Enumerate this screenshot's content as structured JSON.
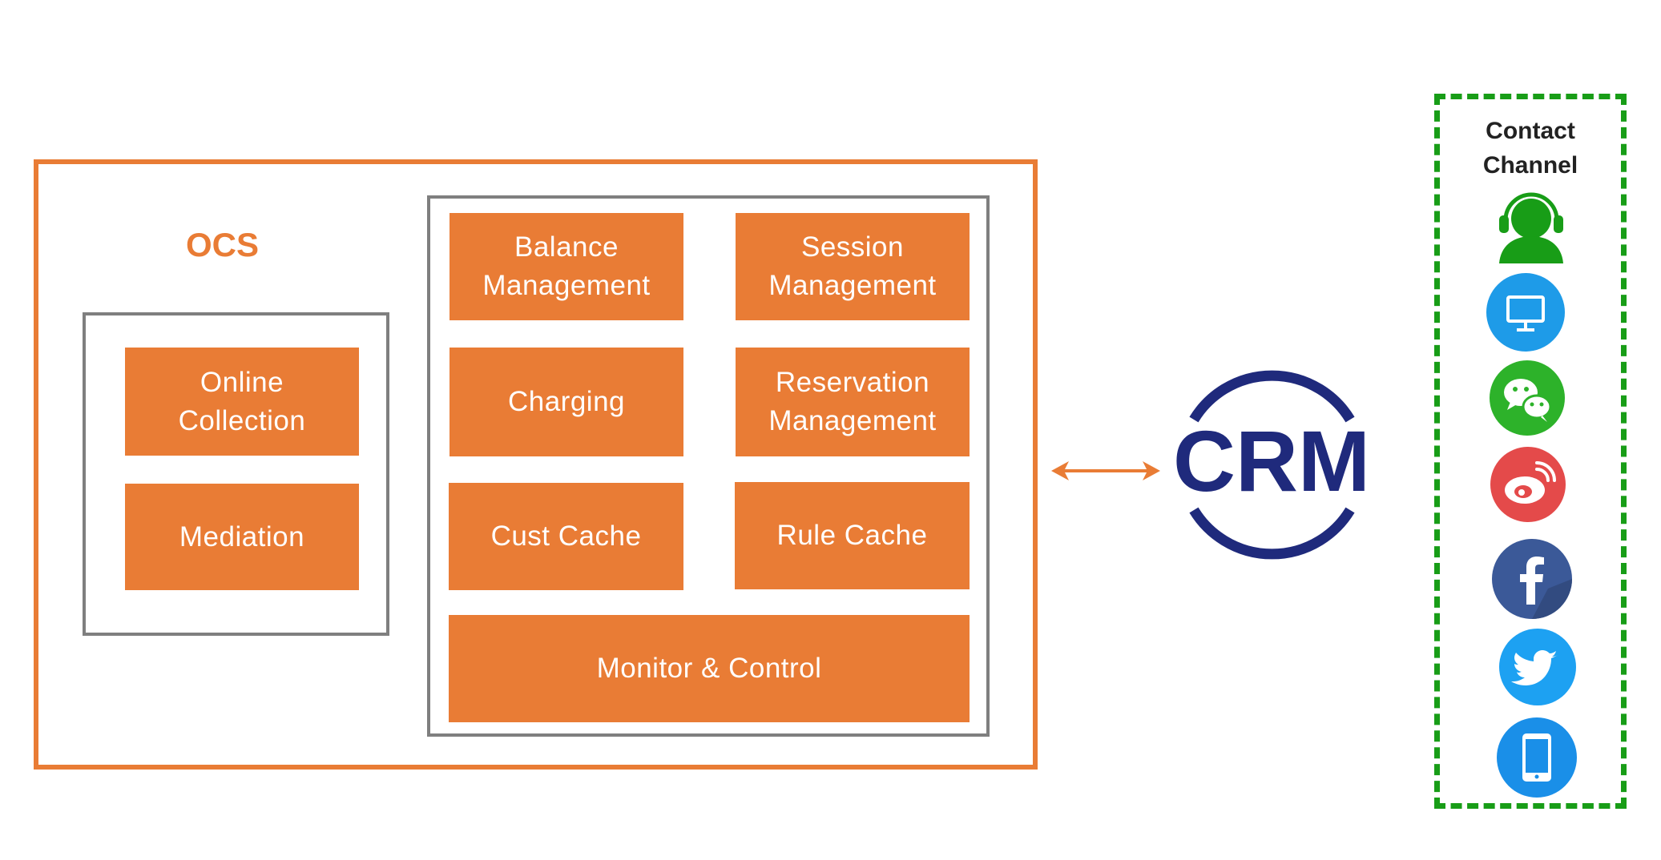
{
  "ocs": {
    "title": "OCS",
    "left_group": {
      "modules": [
        "Online\nCollection",
        "Mediation"
      ]
    },
    "right_group": {
      "modules": [
        "Balance\nManagement",
        "Session\nManagement",
        "Charging",
        "Reservation\nManagement",
        "Cust Cache",
        "Rule Cache",
        "Monitor & Control"
      ]
    }
  },
  "crm": {
    "label": "CRM",
    "color": "#1F2A7C"
  },
  "contact_channel": {
    "title": "Contact\nChannel",
    "icons": [
      "agent-headset-icon",
      "computer-monitor-icon",
      "wechat-icon",
      "weibo-icon",
      "facebook-icon",
      "twitter-icon",
      "mobile-phone-icon"
    ]
  },
  "colors": {
    "accent": "#E97C35",
    "frame_gray": "#7F7F7F",
    "channel_green": "#189D17",
    "crm_navy": "#1F2A7C"
  }
}
